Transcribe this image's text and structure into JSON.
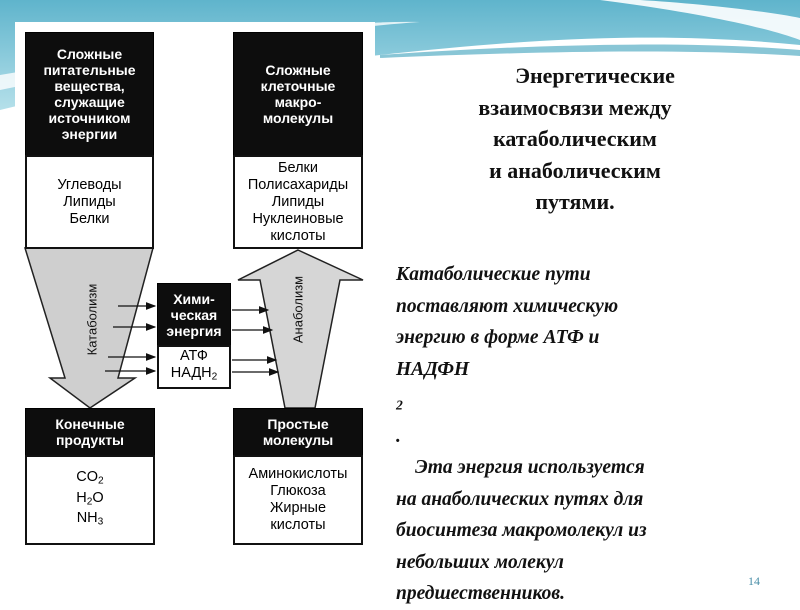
{
  "slide": {
    "title_lines": [
      "Энергетические",
      "взаимосвязи между",
      "катаболическим",
      "и анаболическим",
      "путями."
    ],
    "body_lines": [
      "Катаболические пути",
      "поставляют химическую",
      "энергию в форме АТФ и",
      "НАДФН",
      "2",
      " .",
      "Эта энергия используется",
      "на анаболических путях для",
      "биосинтеза макромолекул из",
      "небольших молекул",
      "предшественников."
    ],
    "page_number": "14"
  },
  "diagram": {
    "top_left_header": [
      "Сложные",
      "питательные",
      "вещества,",
      "служащие",
      "источником",
      "энергии"
    ],
    "top_left_items": [
      "Углеводы",
      "Липиды",
      "Белки"
    ],
    "top_right_header": [
      "Сложные",
      "клеточные",
      "макро-",
      "молекулы"
    ],
    "top_right_items": [
      "Белки",
      "Полисахариды",
      "Липиды",
      "Нуклеиновые",
      "кислоты"
    ],
    "center_header": [
      "Хими-",
      "ческая",
      "энергия"
    ],
    "center_items": [
      "АТФ",
      "НАДН",
      "2"
    ],
    "bottom_left_header": [
      "Конечные",
      "продукты"
    ],
    "bottom_left_items": [
      "CO",
      "2",
      "H",
      "2",
      "O",
      "NH",
      "3"
    ],
    "bottom_right_header": [
      "Простые",
      "молекулы"
    ],
    "bottom_right_items": [
      "Аминокислоты",
      "Глюкоза",
      "Жирные",
      "кислоты"
    ],
    "left_arrow_label": "Катаболизм",
    "right_arrow_label": "Анаболизм"
  },
  "colors": {
    "teal": "#7fc3d6",
    "box_black": "#0d0d0d",
    "arrow_gray": "#cfcfcf"
  }
}
